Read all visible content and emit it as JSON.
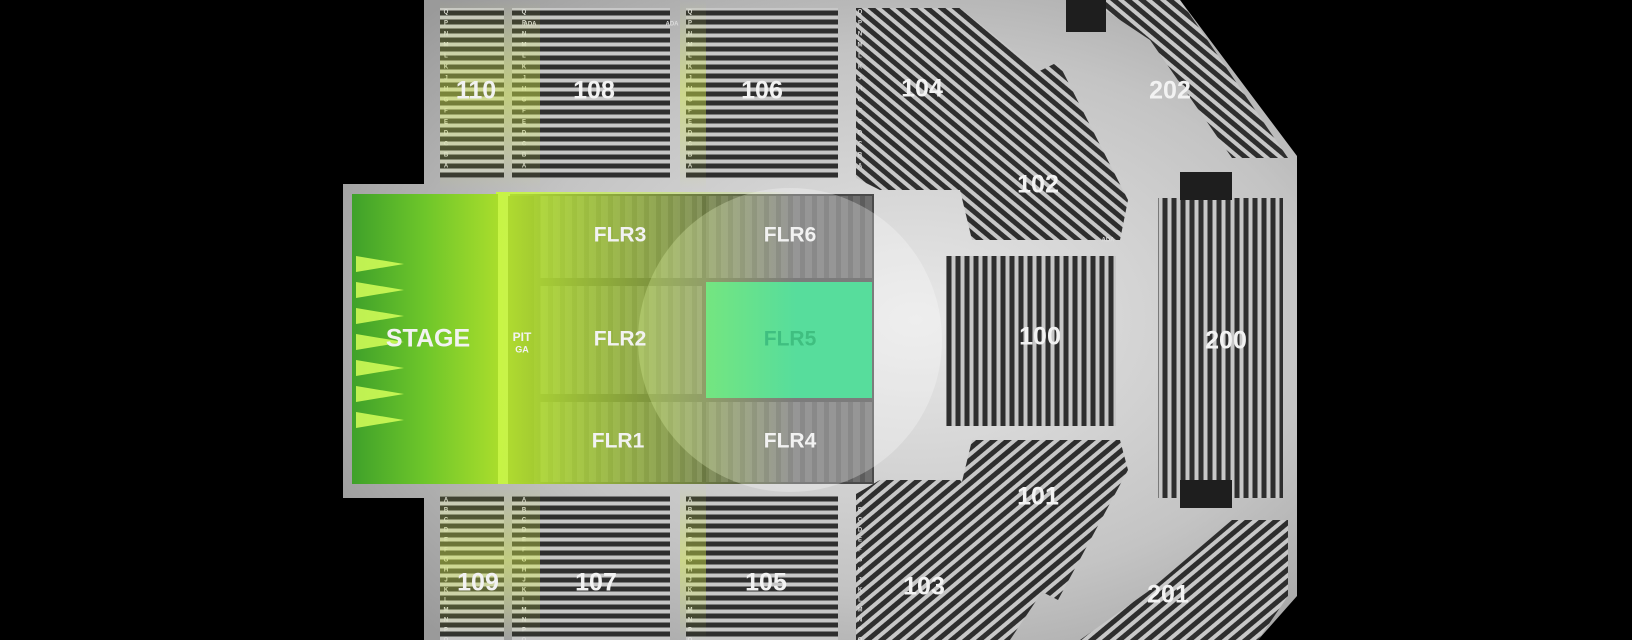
{
  "stage": {
    "label": "STAGE",
    "color": "#8ed32a"
  },
  "pit": {
    "label_top": "PIT",
    "label_bottom": "GA"
  },
  "floor": [
    {
      "id": "FLR1",
      "label": "FLR1"
    },
    {
      "id": "FLR2",
      "label": "FLR2"
    },
    {
      "id": "FLR3",
      "label": "FLR3"
    },
    {
      "id": "FLR4",
      "label": "FLR4"
    },
    {
      "id": "FLR5",
      "label": "FLR5",
      "selected": true,
      "highlight_color": "#57dd9c"
    },
    {
      "id": "FLR6",
      "label": "FLR6"
    }
  ],
  "sections_100": [
    "110",
    "108",
    "106",
    "104",
    "102",
    "100",
    "101",
    "103",
    "105",
    "107",
    "109"
  ],
  "sections_200": [
    "202",
    "200",
    "201"
  ],
  "row_letters": [
    "A",
    "B",
    "C",
    "D",
    "E",
    "F",
    "G",
    "H",
    "J",
    "K",
    "L",
    "M",
    "N",
    "P",
    "Q"
  ],
  "ada_label": "ADA",
  "icons": {
    "ada": "ada-text-icon"
  },
  "colors": {
    "background": "#000000",
    "concourse": "#cfcfcf",
    "seat_rows": "#2f2f2f",
    "selected": "#57dd9c",
    "stage_glow": "#b9e63a"
  }
}
